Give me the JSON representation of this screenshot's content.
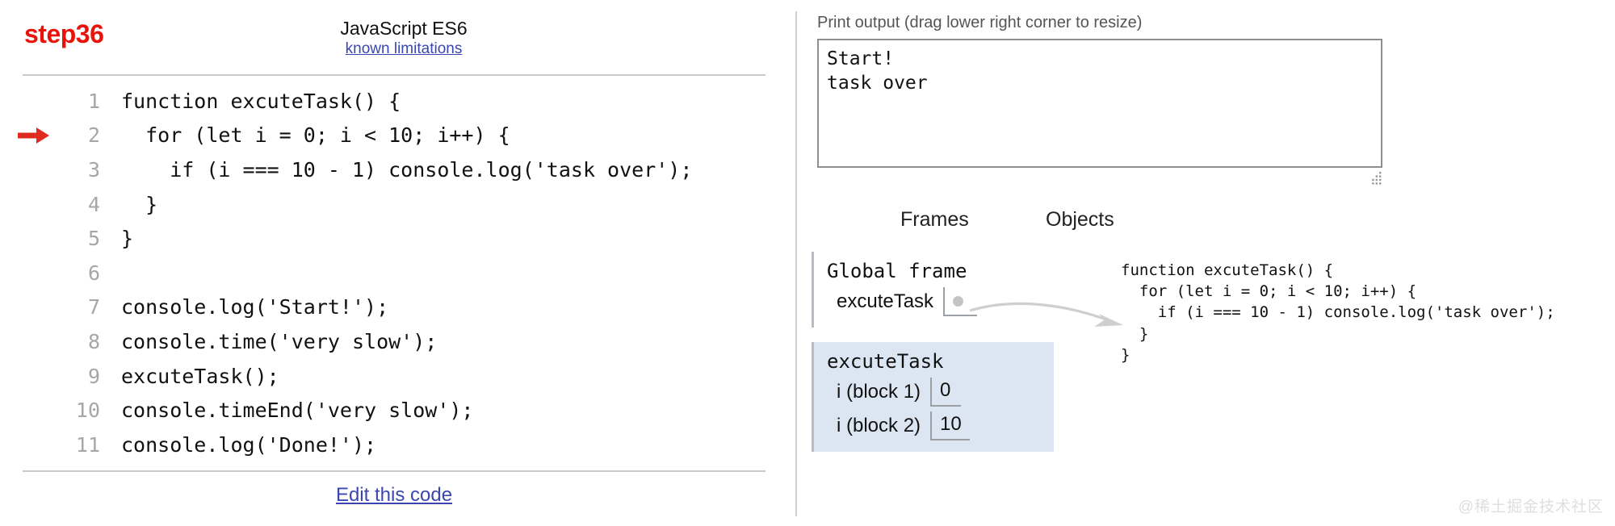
{
  "header": {
    "step_label": "step36",
    "language": "JavaScript ES6",
    "limitations_link": "known limitations",
    "step_color": "#e8140c"
  },
  "editor": {
    "current_line": 2,
    "lines": [
      {
        "no": "1",
        "text": "function excuteTask() {"
      },
      {
        "no": "2",
        "text": "  for (let i = 0; i < 10; i++) {"
      },
      {
        "no": "3",
        "text": "    if (i === 10 - 1) console.log('task over');"
      },
      {
        "no": "4",
        "text": "  }"
      },
      {
        "no": "5",
        "text": "}"
      },
      {
        "no": "6",
        "text": ""
      },
      {
        "no": "7",
        "text": "console.log('Start!');"
      },
      {
        "no": "8",
        "text": "console.time('very slow');"
      },
      {
        "no": "9",
        "text": "excuteTask();"
      },
      {
        "no": "10",
        "text": "console.timeEnd('very slow');"
      },
      {
        "no": "11",
        "text": "console.log('Done!');"
      }
    ],
    "edit_link": "Edit this code"
  },
  "output": {
    "label": "Print output (drag lower right corner to resize)",
    "text": "Start!\ntask over"
  },
  "viz": {
    "frames_heading": "Frames",
    "objects_heading": "Objects",
    "frames": [
      {
        "title": "Global frame",
        "highlighted": false,
        "vars": [
          {
            "name": "excuteTask",
            "value": "",
            "is_pointer": true
          }
        ]
      },
      {
        "title": "excuteTask",
        "highlighted": true,
        "vars": [
          {
            "name": "i (block 1)",
            "value": "0",
            "is_pointer": false
          },
          {
            "name": "i (block 2)",
            "value": "10",
            "is_pointer": false
          }
        ]
      }
    ],
    "objects": [
      {
        "code": "function excuteTask() {\n  for (let i = 0; i < 10; i++) {\n    if (i === 10 - 1) console.log('task over');\n  }\n}"
      }
    ],
    "highlight_color": "#dce6f2"
  },
  "watermark": "@稀土掘金技术社区"
}
